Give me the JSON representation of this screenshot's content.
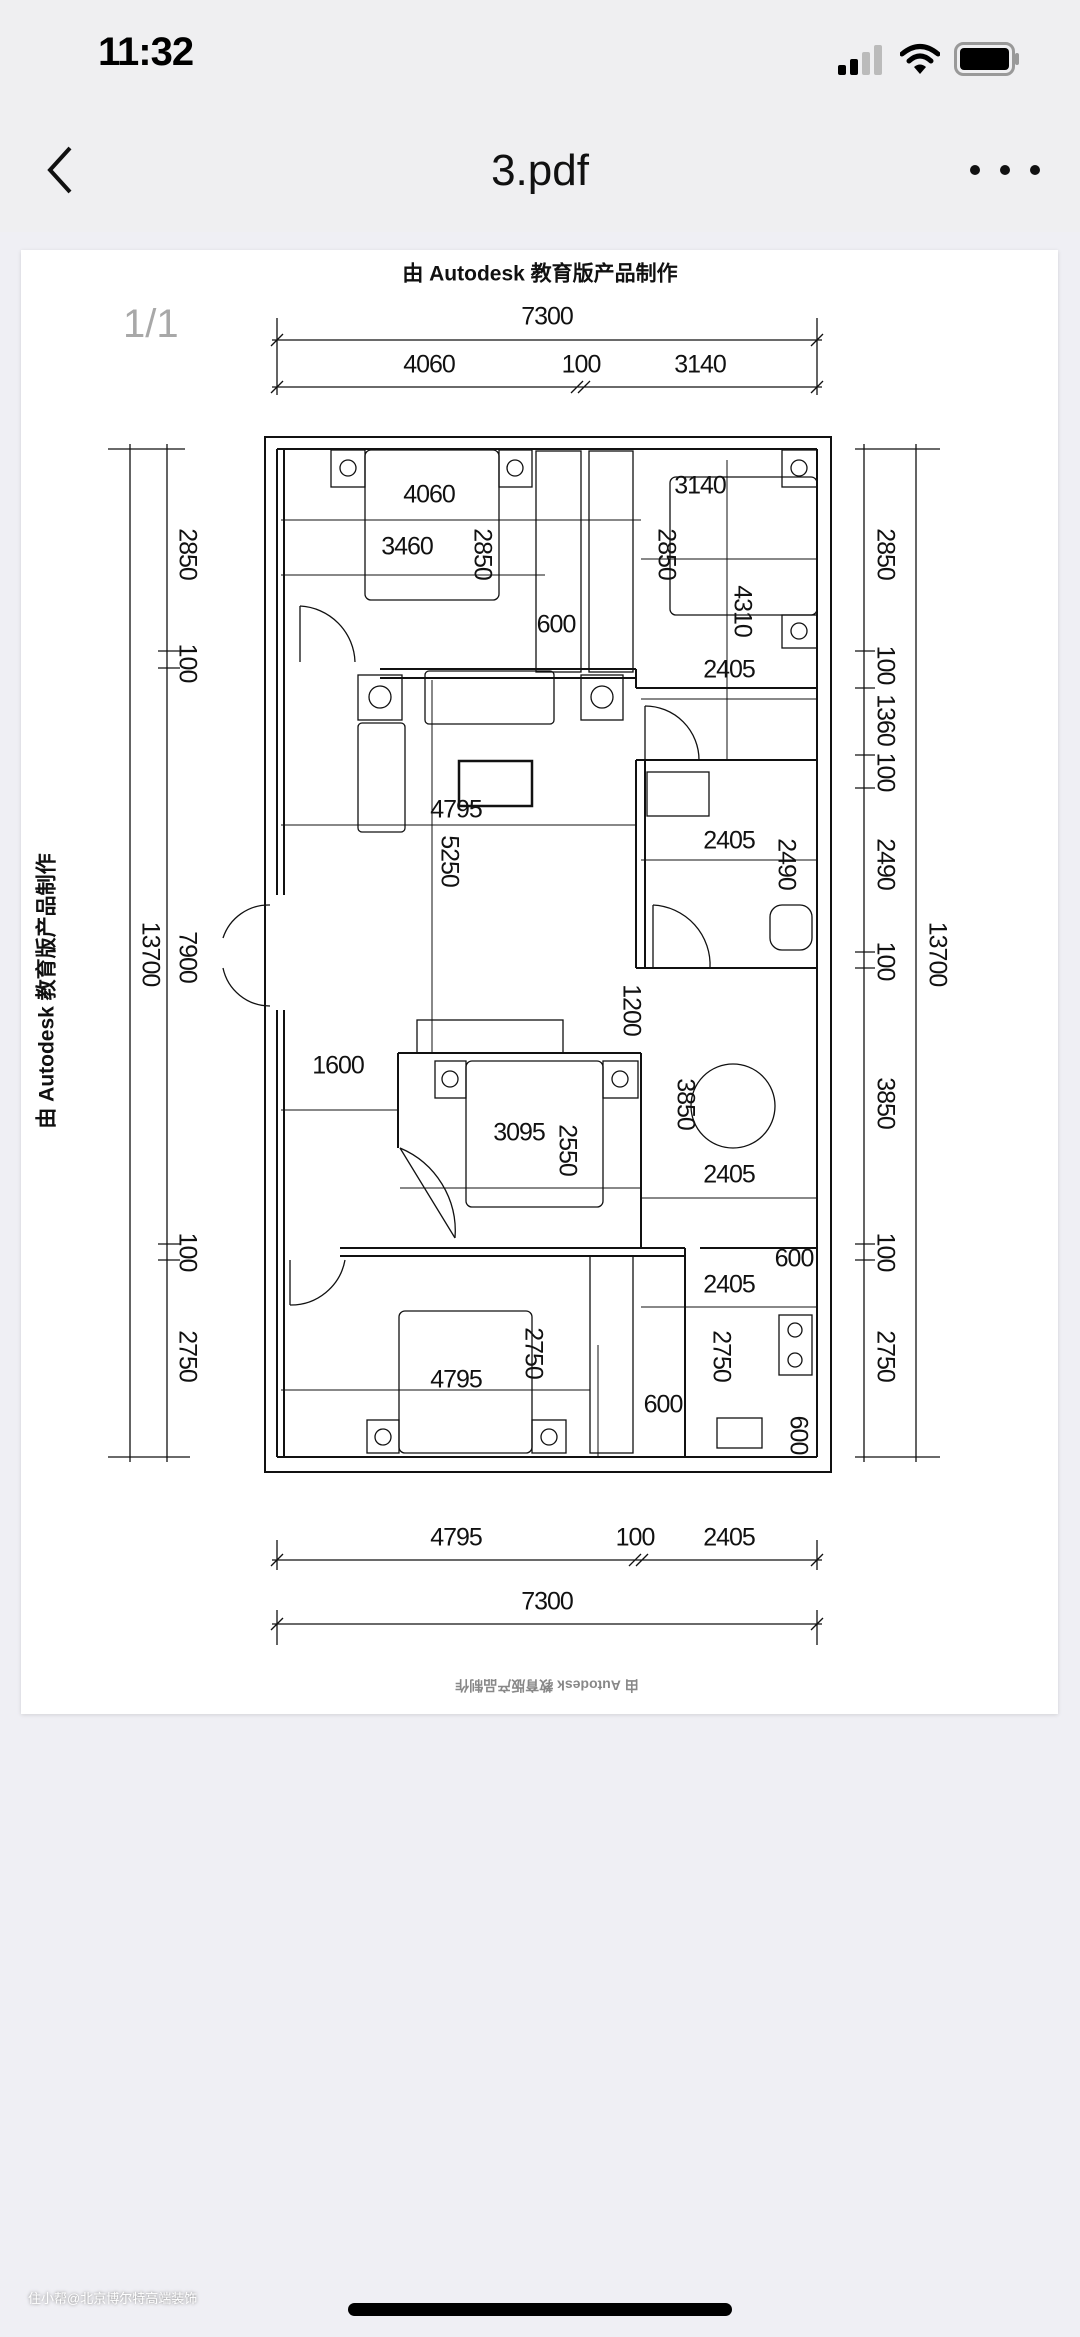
{
  "status_bar": {
    "time": "11:32"
  },
  "nav": {
    "title": "3.pdf"
  },
  "viewer": {
    "page_indicator": "1/1"
  },
  "drawing": {
    "header": "由 Autodesk 教育版产品制作",
    "side_text": "由 Autodesk 教育版产品制作",
    "top_dims": [
      "7300",
      "4060",
      "100",
      "3140"
    ],
    "bottom_dims": [
      "4795",
      "100",
      "2405",
      "7300"
    ],
    "left_dims": [
      "2850",
      "100",
      "7900",
      "100",
      "2750",
      "13700"
    ],
    "right_dims": [
      "2850",
      "100",
      "1360",
      "100",
      "2490",
      "100",
      "3850",
      "100",
      "2750",
      "13700"
    ],
    "interior_dims": [
      "4060",
      "3460",
      "2850",
      "600",
      "3140",
      "2850",
      "4310",
      "2405",
      "4795",
      "5250",
      "2405",
      "2490",
      "1200",
      "1600",
      "3095",
      "2550",
      "3850",
      "2405",
      "600",
      "2405",
      "4795",
      "2750",
      "2750",
      "600",
      "600"
    ]
  },
  "watermark": "住小帮@北京博尔特高端装饰"
}
